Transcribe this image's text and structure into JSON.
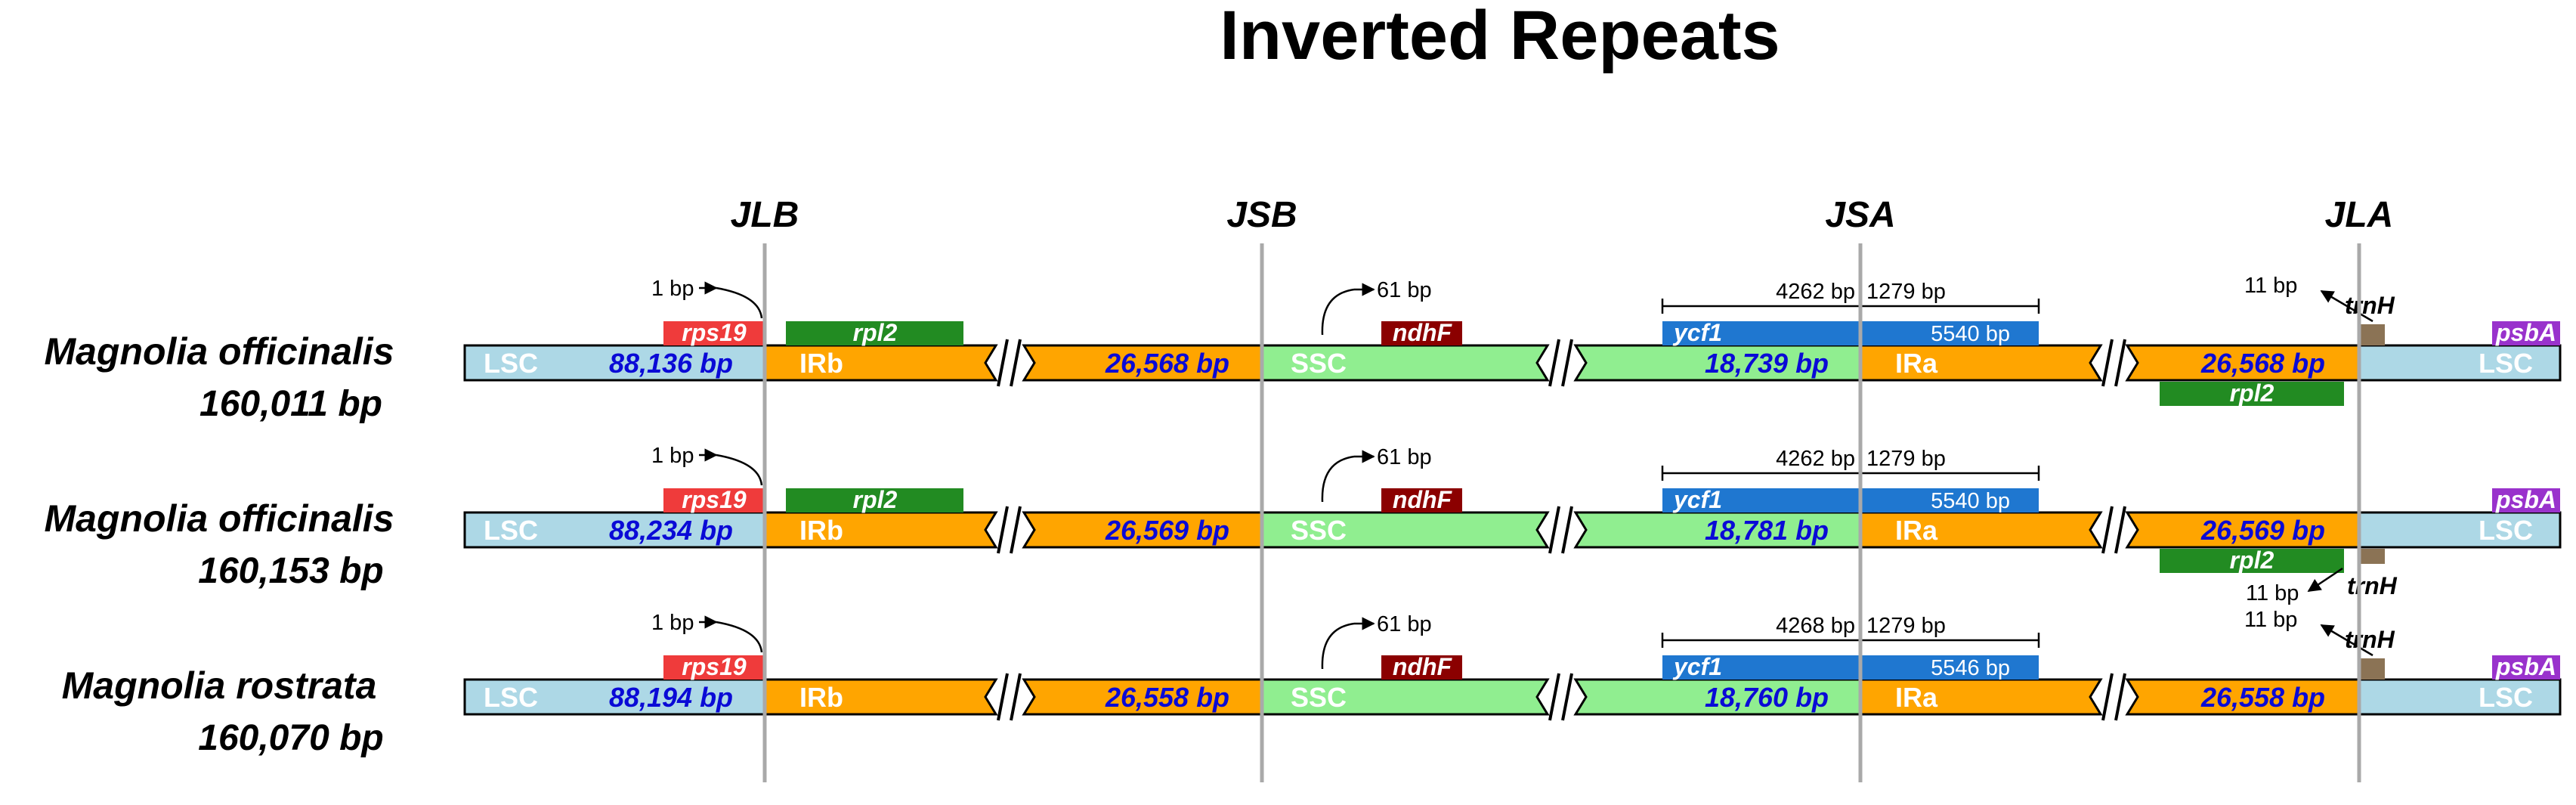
{
  "title": "Inverted Repeats",
  "junctions": [
    "JLB",
    "JSB",
    "JSA",
    "JLA"
  ],
  "regions": [
    "LSC",
    "IRb",
    "SSC",
    "IRa",
    "LSC"
  ],
  "colors": {
    "LSC": "#add8e6",
    "IR": "#ffa500",
    "SSC": "#90ee90",
    "rps19": "#ef3b3b",
    "rpl2": "#228b22",
    "ndhF": "#8b0000",
    "ycf1": "#1f77d0",
    "trnH": "#8b7355",
    "psbA": "#9932cc",
    "length_text": "#0a0ad6",
    "junction_line": "#a9a9a9"
  },
  "tracks": [
    {
      "species": "Magnolia officinalis",
      "genome_size": "160,011 bp",
      "lengths": {
        "LSC": "88,136 bp",
        "IRb": "26,568 bp",
        "SSC": "18,739 bp",
        "IRa": "26,568 bp"
      },
      "genes": {
        "rps19": "rps19",
        "rpl2_irb": "rpl2",
        "ndhF": "ndhF",
        "ycf1": "ycf1",
        "rpl2_ira": "rpl2",
        "trnH": "trnH",
        "psbA": "psbA"
      },
      "annotations": {
        "rps19_gap": "1 bp",
        "ndhF_gap": "61 bp",
        "ycf1_span": "4262 bp",
        "ycf1_ira": "1279 bp",
        "ycf1_len": "5540 bp",
        "trnH_gap": "11 bp"
      }
    },
    {
      "species": "Magnolia officinalis",
      "genome_size": "160,153 bp",
      "lengths": {
        "LSC": "88,234 bp",
        "IRb": "26,569 bp",
        "SSC": "18,781 bp",
        "IRa": "26,569 bp"
      },
      "genes": {
        "rps19": "rps19",
        "rpl2_irb": "rpl2",
        "ndhF": "ndhF",
        "ycf1": "ycf1",
        "rpl2_ira": "rpl2",
        "trnH": "trnH",
        "psbA": "psbA"
      },
      "annotations": {
        "rps19_gap": "1 bp",
        "ndhF_gap": "61 bp",
        "ycf1_span": "4262 bp",
        "ycf1_ira": "1279 bp",
        "ycf1_len": "5540 bp",
        "trnH_gap": "11 bp"
      }
    },
    {
      "species": "Magnolia rostrata",
      "genome_size": "160,070 bp",
      "lengths": {
        "LSC": "88,194 bp",
        "IRb": "26,558 bp",
        "SSC": "18,760 bp",
        "IRa": "26,558 bp"
      },
      "genes": {
        "rps19": "rps19",
        "ndhF": "ndhF",
        "ycf1": "ycf1",
        "trnH": "trnH",
        "psbA": "psbA"
      },
      "annotations": {
        "rps19_gap": "1 bp",
        "ndhF_gap": "61 bp",
        "ycf1_span": "4268 bp",
        "ycf1_ira": "1279 bp",
        "ycf1_len": "5546 bp",
        "trnH_gap": "11 bp"
      }
    }
  ]
}
